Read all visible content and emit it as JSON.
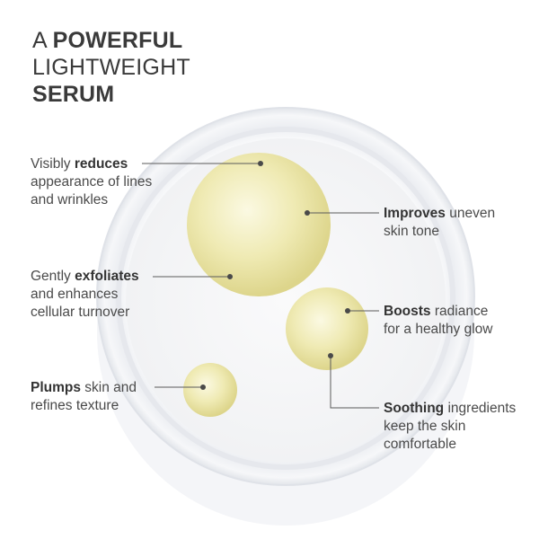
{
  "headline": {
    "line1_prefix": "A",
    "line1_strong": "POWERFUL",
    "line2": "LIGHTWEIGHT",
    "line3_strong": "SERUM"
  },
  "claims": {
    "reduces": {
      "pre": "Visibly",
      "strong": "reduces",
      "rest1": "appearance of lines",
      "rest2": "and wrinkles"
    },
    "exfoliates": {
      "pre": "Gently",
      "strong": "exfoliates",
      "rest1": "and enhances",
      "rest2": "cellular turnover"
    },
    "plumps": {
      "strong": "Plumps",
      "post": "skin and",
      "rest1": "refines texture"
    },
    "improves": {
      "strong": "Improves",
      "post": "uneven",
      "rest1": "skin tone"
    },
    "boosts": {
      "strong": "Boosts",
      "post": "radiance",
      "rest1": "for a healthy glow"
    },
    "soothing": {
      "strong": "Soothing",
      "post": "ingredients",
      "rest1": "keep the skin",
      "rest2": "comfortable"
    }
  },
  "colors": {
    "drop_light": "#f5f2cf",
    "drop_mid": "#ece6a8",
    "drop_edge": "#ddd58a",
    "leader": "#555555",
    "text": "#4a4a4a"
  },
  "icons": [
    "petri-dish",
    "serum-drop"
  ]
}
